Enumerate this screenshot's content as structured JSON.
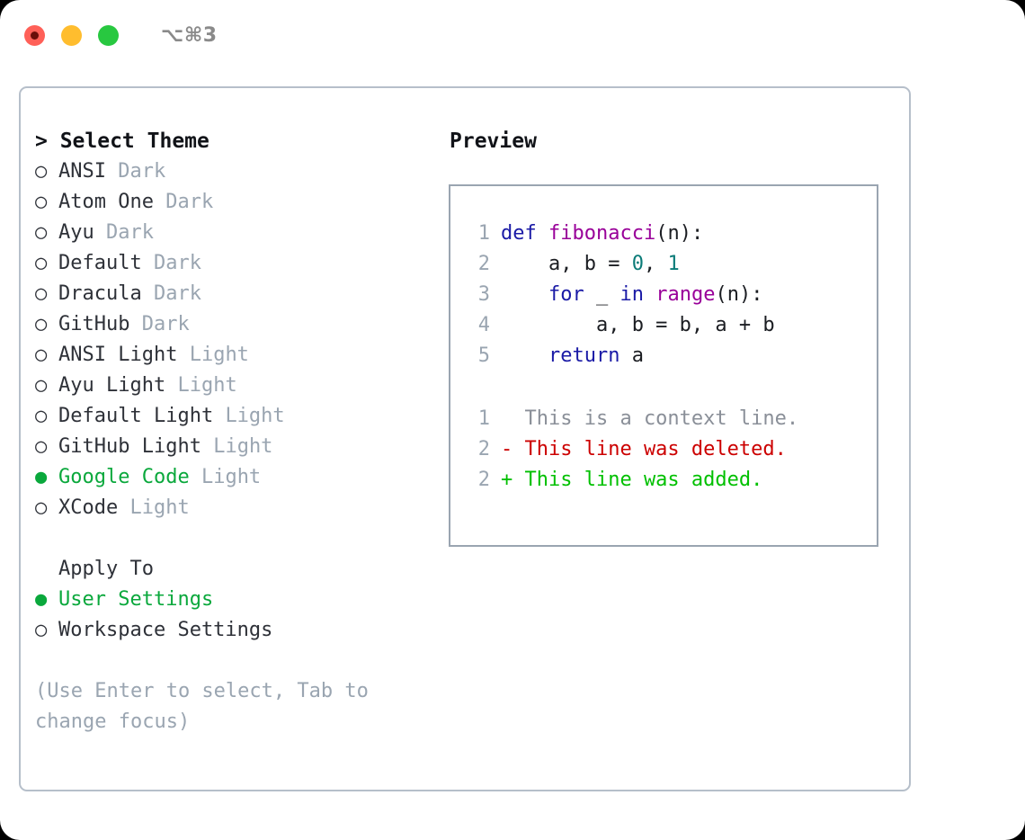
{
  "titlebar": {
    "shortcut": "⌥⌘3",
    "dots": [
      {
        "name": "close",
        "color": "#ff6058"
      },
      {
        "name": "minimize",
        "color": "#ffbd2e"
      },
      {
        "name": "maximize",
        "color": "#28c840"
      }
    ]
  },
  "colors": {
    "accent_green": "#0aa83c",
    "muted": "#9aa5b1",
    "border": "#b6bfca",
    "keyword": "#1a1aa6",
    "function": "#990099",
    "number": "#0b7b78",
    "diff_deleted": "#cc0000",
    "diff_added": "#00c000"
  },
  "theme_list": {
    "header": "> Select Theme",
    "items": [
      {
        "marker": "○",
        "label": "ANSI",
        "category": "Dark",
        "selected": false
      },
      {
        "marker": "○",
        "label": "Atom One",
        "category": "Dark",
        "selected": false
      },
      {
        "marker": "○",
        "label": "Ayu",
        "category": "Dark",
        "selected": false
      },
      {
        "marker": "○",
        "label": "Default",
        "category": "Dark",
        "selected": false
      },
      {
        "marker": "○",
        "label": "Dracula",
        "category": "Dark",
        "selected": false
      },
      {
        "marker": "○",
        "label": "GitHub",
        "category": "Dark",
        "selected": false
      },
      {
        "marker": "○",
        "label": "ANSI Light",
        "category": "Light",
        "selected": false
      },
      {
        "marker": "○",
        "label": "Ayu Light",
        "category": "Light",
        "selected": false
      },
      {
        "marker": "○",
        "label": "Default Light",
        "category": "Light",
        "selected": false
      },
      {
        "marker": "○",
        "label": "GitHub Light",
        "category": "Light",
        "selected": false
      },
      {
        "marker": "●",
        "label": "Google Code",
        "category": "Light",
        "selected": true
      },
      {
        "marker": "○",
        "label": "XCode",
        "category": "Light",
        "selected": false
      }
    ]
  },
  "apply_to": {
    "header": "Apply To",
    "items": [
      {
        "marker": "●",
        "label": "User Settings",
        "selected": true
      },
      {
        "marker": "○",
        "label": "Workspace Settings",
        "selected": false
      }
    ]
  },
  "hint": "(Use Enter to select, Tab to change focus)",
  "preview": {
    "title": "Preview",
    "code_lines": [
      {
        "num": "1",
        "tokens": [
          {
            "t": "def ",
            "c": "kw"
          },
          {
            "t": "fibonacci",
            "c": "fn"
          },
          {
            "t": "(n):",
            "c": "pln"
          }
        ]
      },
      {
        "num": "2",
        "tokens": [
          {
            "t": "    a, b = ",
            "c": "pln"
          },
          {
            "t": "0",
            "c": "num"
          },
          {
            "t": ", ",
            "c": "pln"
          },
          {
            "t": "1",
            "c": "num"
          }
        ]
      },
      {
        "num": "3",
        "tokens": [
          {
            "t": "    ",
            "c": "pln"
          },
          {
            "t": "for",
            "c": "kw"
          },
          {
            "t": " _ ",
            "c": "pln"
          },
          {
            "t": "in",
            "c": "kw"
          },
          {
            "t": " ",
            "c": "pln"
          },
          {
            "t": "range",
            "c": "fn"
          },
          {
            "t": "(n):",
            "c": "pln"
          }
        ]
      },
      {
        "num": "4",
        "tokens": [
          {
            "t": "        a, b = b, a + b",
            "c": "pln"
          }
        ]
      },
      {
        "num": "5",
        "tokens": [
          {
            "t": "    ",
            "c": "pln"
          },
          {
            "t": "return",
            "c": "kw"
          },
          {
            "t": " a",
            "c": "pln"
          }
        ]
      }
    ],
    "diff_lines": [
      {
        "num": "1",
        "text": "  This is a context line.",
        "cls": "ctx"
      },
      {
        "num": "2",
        "text": "- This line was deleted.",
        "cls": "del"
      },
      {
        "num": "2",
        "text": "+ This line was added.",
        "cls": "add"
      }
    ]
  }
}
